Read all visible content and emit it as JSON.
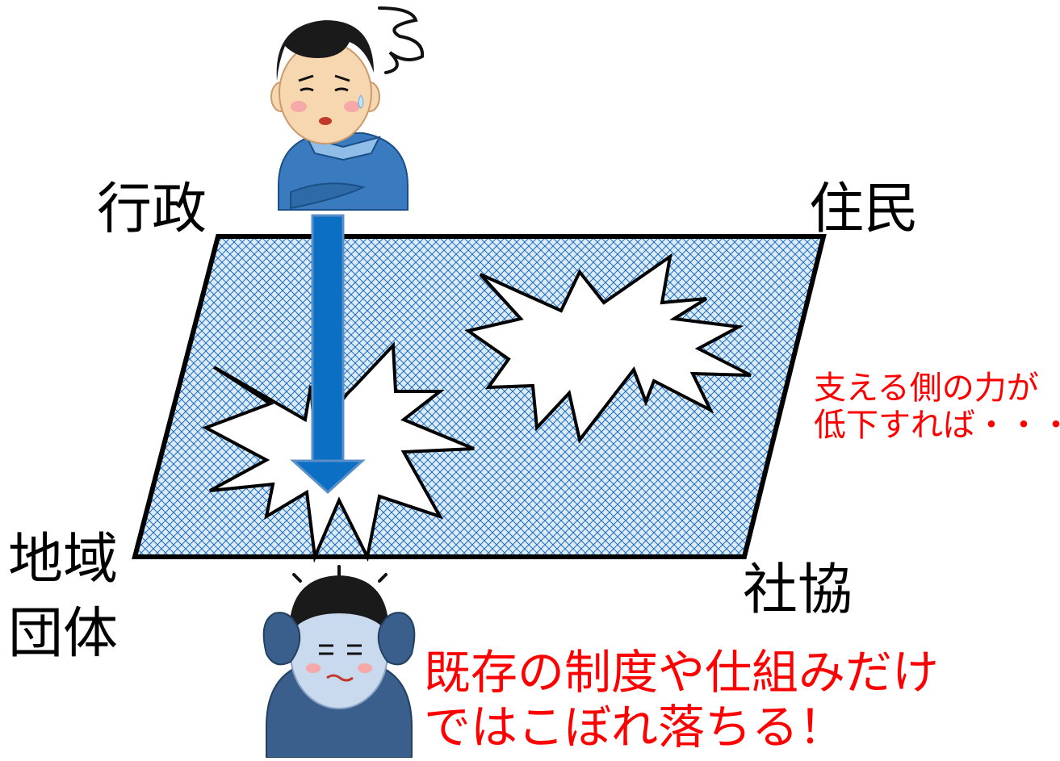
{
  "labels": {
    "gyosei": "行政",
    "jumin": "住民",
    "chiiki_dantai_line1": "地域",
    "chiiki_dantai_line2": "団体",
    "shakyo": "社協"
  },
  "note": {
    "line1": "支える側の力が",
    "line2": "低下すれば・・・"
  },
  "caption": {
    "line1": "既存の制度や仕組みだけ",
    "line2": "ではこぼれ落ちる！"
  },
  "colors": {
    "net_fill": "#dcebf5",
    "net_hatch": "#1f6fc0",
    "arrow": "#0b6fc4",
    "emphasis": "#ff0000",
    "shirt": "#3a7bc0",
    "hair": "#1a1a1a",
    "skin": "#f7d7b0"
  },
  "icons": [
    "worried-man-icon",
    "distressed-man-icon",
    "down-arrow-icon",
    "hole-burst-icon"
  ]
}
